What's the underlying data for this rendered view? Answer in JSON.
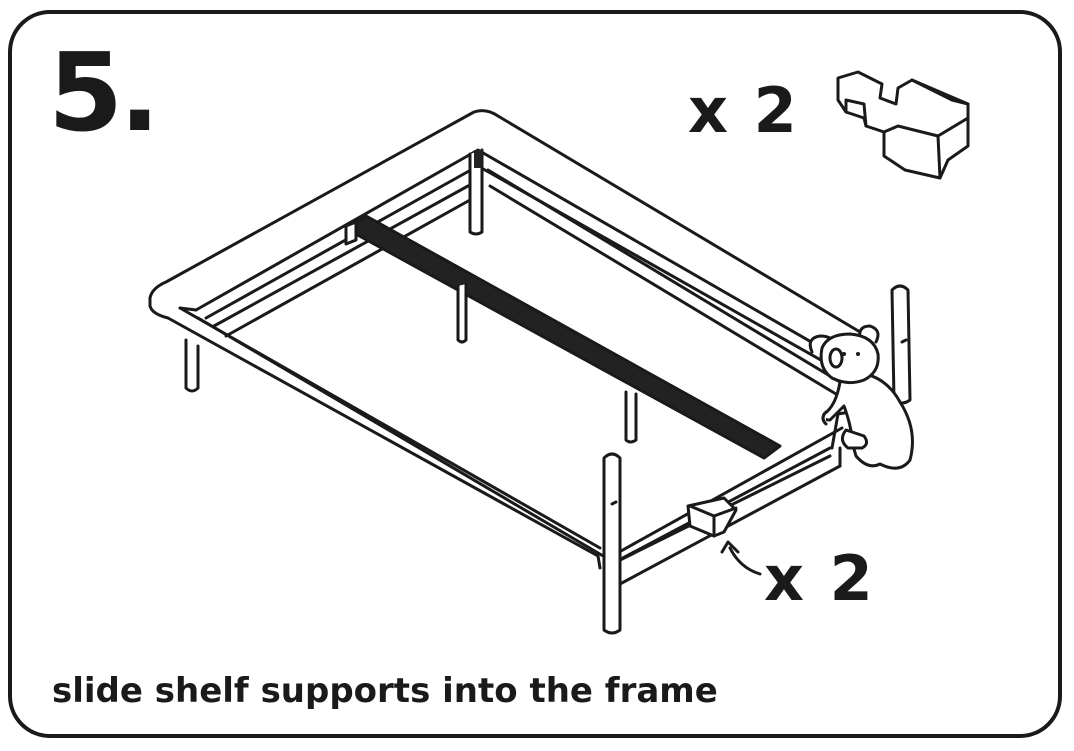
{
  "step": {
    "number": "5.",
    "instruction": "slide shelf supports into the frame"
  },
  "parts": {
    "top_quantity": "x 2",
    "bottom_quantity": "x 2"
  },
  "icons": {
    "part": "shelf-support-block-icon",
    "mascot": "koala-mascot-icon",
    "arrow": "curved-arrow-icon"
  },
  "colors": {
    "ink": "#1a1a1a",
    "slat": "#222222",
    "paper": "#ffffff"
  }
}
